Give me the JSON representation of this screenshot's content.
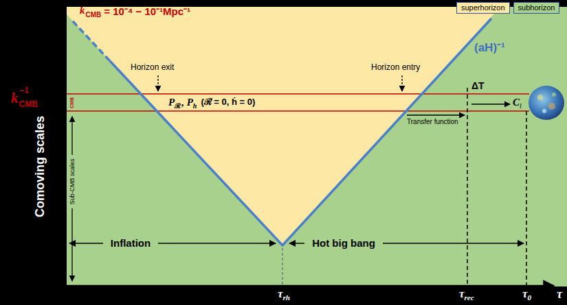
{
  "diagram": {
    "labels": [
      "k",
      "CMB",
      "= 10⁻⁴ − 10⁻¹Mpc⁻¹",
      "(aH)⁻¹",
      "Horizon exit",
      "Horizon entry",
      "P",
      "ℛ",
      ", P",
      "h",
      "(ℛ̇ = 0, ḣ = 0)",
      "ΔT",
      "C",
      "l",
      "Transfer function",
      "k",
      "CMB",
      "−1",
      "CMB",
      "Sub-CMB scales",
      "Inflation",
      "Hot big bang",
      "Comoving scales",
      "τ",
      "τ",
      "rh",
      "τ",
      "rec",
      "τ",
      "0"
    ],
    "legend": [
      {
        "text": "superhorizon",
        "color": "#fee8a6"
      },
      {
        "text": "subhorizon",
        "color": "#a9d18e"
      }
    ]
  }
}
